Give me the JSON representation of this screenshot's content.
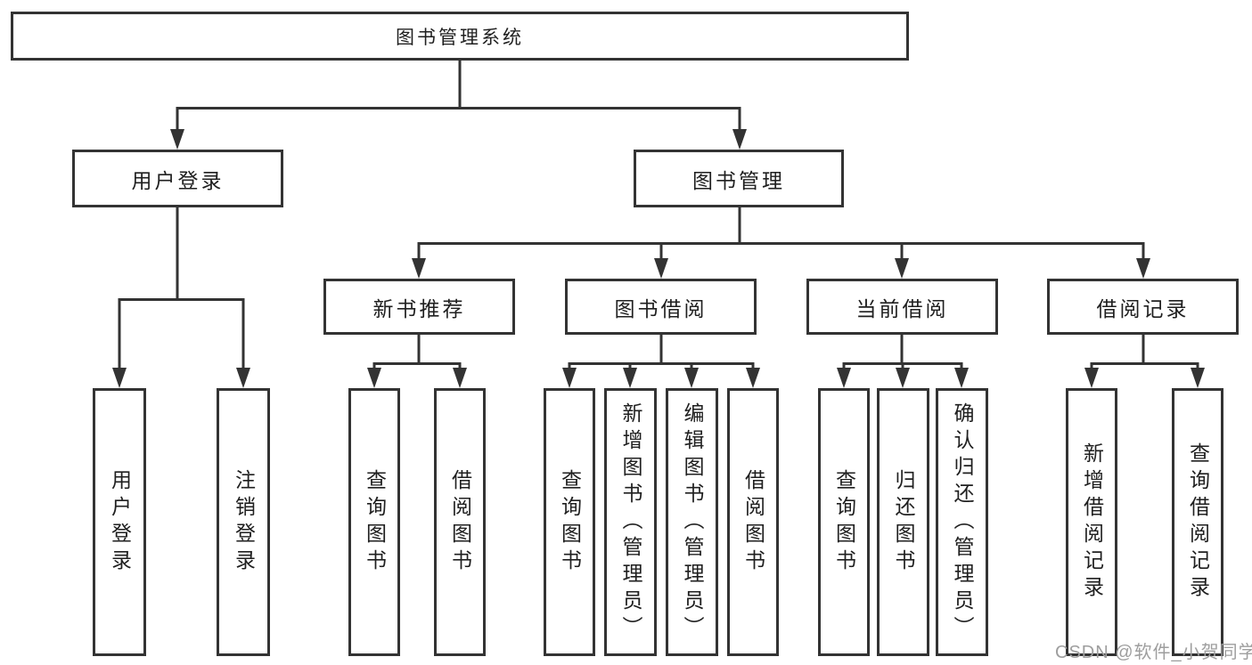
{
  "nodes": [
    {
      "id": "root",
      "label": "图书管理系统",
      "parent": null
    },
    {
      "id": "user-login",
      "label": "用户登录",
      "parent": "root"
    },
    {
      "id": "book-mgmt",
      "label": "图书管理",
      "parent": "root"
    },
    {
      "id": "leaf-user-login",
      "label": "用户登录",
      "parent": "user-login"
    },
    {
      "id": "leaf-logout",
      "label": "注销登录",
      "parent": "user-login"
    },
    {
      "id": "new-book-rec",
      "label": "新书推荐",
      "parent": "book-mgmt"
    },
    {
      "id": "book-borrow",
      "label": "图书借阅",
      "parent": "book-mgmt"
    },
    {
      "id": "current-borrow",
      "label": "当前借阅",
      "parent": "book-mgmt"
    },
    {
      "id": "borrow-records",
      "label": "借阅记录",
      "parent": "book-mgmt"
    },
    {
      "id": "nbr-query-book",
      "label": "查询图书",
      "parent": "new-book-rec"
    },
    {
      "id": "nbr-borrow-book",
      "label": "借阅图书",
      "parent": "new-book-rec"
    },
    {
      "id": "bb-query-book",
      "label": "查询图书",
      "parent": "book-borrow"
    },
    {
      "id": "bb-add-book",
      "label": "新增图书（管理员）",
      "parent": "book-borrow"
    },
    {
      "id": "bb-edit-book",
      "label": "编辑图书（管理员）",
      "parent": "book-borrow"
    },
    {
      "id": "bb-borrow-book",
      "label": "借阅图书",
      "parent": "book-borrow"
    },
    {
      "id": "cb-query-book",
      "label": "查询图书",
      "parent": "current-borrow"
    },
    {
      "id": "cb-return-book",
      "label": "归还图书",
      "parent": "current-borrow"
    },
    {
      "id": "cb-confirm",
      "label": "确认归还（管理员）",
      "parent": "current-borrow"
    },
    {
      "id": "br-add-record",
      "label": "新增借阅记录",
      "parent": "borrow-records"
    },
    {
      "id": "br-query-record",
      "label": "查询借阅记录",
      "parent": "borrow-records"
    }
  ],
  "watermark": {
    "text": "CSDN @软件_小贺同学"
  },
  "colors": {
    "line": "#333333",
    "box_border": "#333333",
    "box_fill": "#ffffff",
    "text": "#1f1f1f",
    "watermark": "#9e9e9e",
    "background": "#ffffff"
  }
}
